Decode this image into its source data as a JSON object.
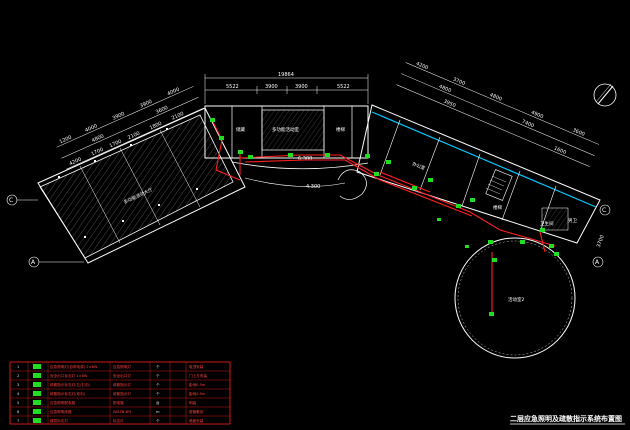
{
  "title": "二层应急照明及疏散指示系统布置图",
  "top_dims": {
    "overall": "19864",
    "segments": [
      "5522",
      "3900",
      "3900",
      "5522"
    ]
  },
  "left_dims": {
    "top_row": [
      "1200",
      "4000",
      "3900",
      "3900",
      "4000"
    ],
    "mid_row": [
      "4800",
      "3600"
    ],
    "low_row": [
      "4200",
      "1700",
      "1700",
      "2100",
      "1800",
      "2100"
    ]
  },
  "right_dims": {
    "top_row": [
      "4200",
      "3700",
      "4800",
      "4900",
      "3600"
    ],
    "mid_row": [
      "4800",
      "7400"
    ],
    "low_row": [
      "3950",
      "1600"
    ]
  },
  "annotations": {
    "corridor_dim_a": "6.300",
    "corridor_dim_b": "4.300",
    "right_side_dim": "3700"
  },
  "rooms": {
    "left_hall": "多功能活动大厅",
    "center_room": "多功能活动室",
    "left_small": "储藏",
    "right_small": "楼梯",
    "office": "办公室",
    "stair_right": "楼梯",
    "round_room": "活动室2",
    "wc_a": "卫生间",
    "wc_b": "男卫"
  },
  "axis_labels": {
    "left_c": "C",
    "left_a": "A",
    "right_c": "C",
    "right_a": "A"
  },
  "legend": {
    "rows": [
      {
        "no": "1",
        "name": "应急照明灯(自带电源) 2×8W",
        "spec": "应急照明灯",
        "qty": "个",
        "note": "吸顶安装"
      },
      {
        "no": "2",
        "name": "安全出口标志灯 1×8W",
        "spec": "安全出口灯",
        "qty": "个",
        "note": "门上方安装"
      },
      {
        "no": "3",
        "name": "疏散指示标志灯(左/右向)",
        "spec": "疏散指示灯",
        "qty": "个",
        "note": "距地0.5m"
      },
      {
        "no": "4",
        "name": "疏散指示标志灯(双向)",
        "spec": "疏散指示灯",
        "qty": "个",
        "note": "距地0.5m"
      },
      {
        "no": "5",
        "name": "应急照明配电箱",
        "spec": "配电箱",
        "qty": "台",
        "note": "明装"
      },
      {
        "no": "6",
        "name": "应急照明线路",
        "spec": "WDZN-BYJ",
        "qty": "m",
        "note": "穿管敷设"
      },
      {
        "no": "7",
        "name": "楼层标志灯",
        "spec": "标志灯",
        "qty": "个",
        "note": "墙面安装"
      }
    ]
  },
  "colors": {
    "background": "#000000",
    "wall": "#ffffff",
    "dimension": "#ffffff",
    "emergency_line": "#ff2020",
    "fixture": "#22dd22",
    "window": "#00c8ff",
    "hatch": "#6a6a6a",
    "legend_border": "#ff2020"
  },
  "icons": {
    "north": "north-arrow-icon"
  }
}
